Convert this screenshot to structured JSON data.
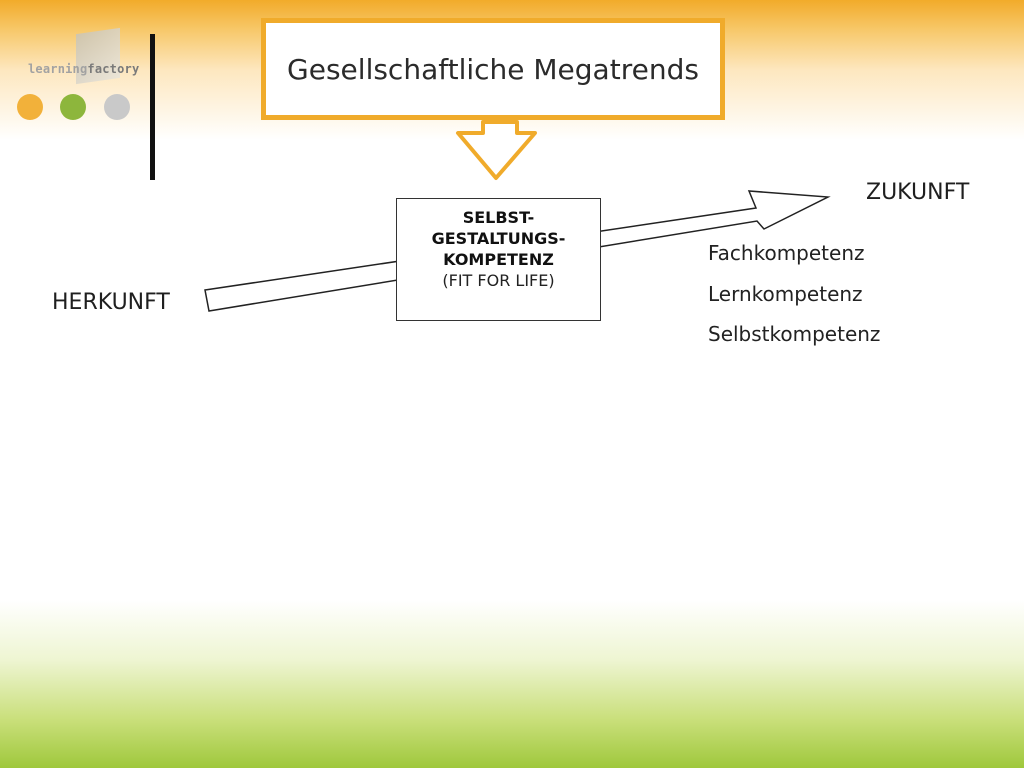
{
  "logo": {
    "text_part1": "learning",
    "text_part2": "factory",
    "dots": [
      "#f2b13a",
      "#8db63c",
      "#c9c9c9"
    ]
  },
  "title": "Gesellschaftliche Megatrends",
  "center_box": {
    "line1": "SELBST-",
    "line2": "GESTALTUNGS-",
    "line3": "KOMPETENZ",
    "line4": "(FIT FOR LIFE)"
  },
  "left_label": "HERKUNFT",
  "right_label": "ZUKUNFT",
  "competencies": [
    "Fachkompetenz",
    "Lernkompetenz",
    "Selbstkompetenz"
  ],
  "colors": {
    "accent_orange": "#f0ab2b",
    "accent_green": "#9fc83c"
  }
}
